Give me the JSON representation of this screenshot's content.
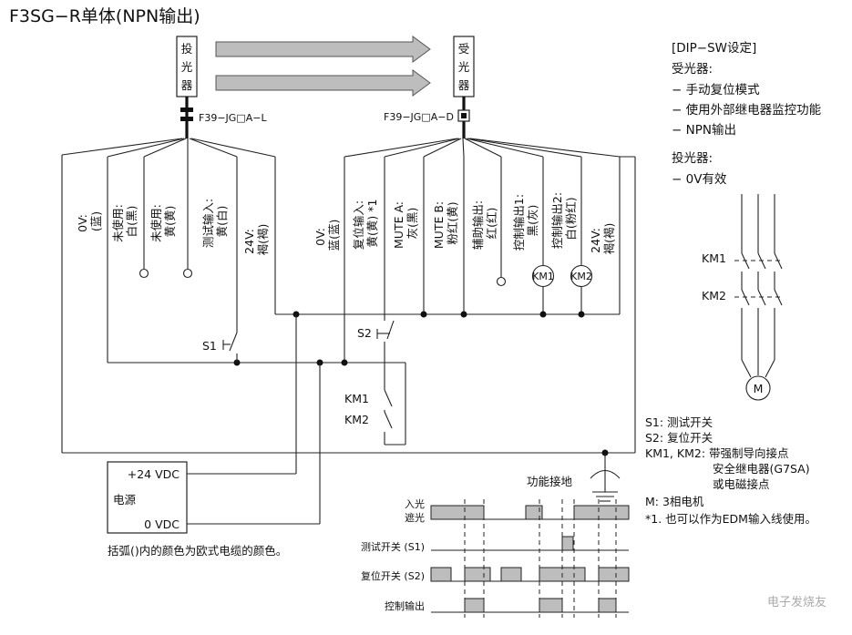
{
  "title": "F3SG−R单体(NPN输出)",
  "emitter": {
    "label": [
      "投",
      "光",
      "器"
    ],
    "connector": "F39−JG□A−L"
  },
  "receiver": {
    "label": [
      "受",
      "光",
      "器"
    ],
    "connector": "F39−JG□A−D"
  },
  "emitter_wires": [
    {
      "name": "emitter-wire-0v",
      "lines": [
        "0V:",
        "(蓝)"
      ]
    },
    {
      "name": "emitter-wire-unused-1",
      "lines": [
        "未使用:",
        "白(黑)"
      ]
    },
    {
      "name": "emitter-wire-unused-2",
      "lines": [
        "未使用:",
        "黄(黄)"
      ]
    },
    {
      "name": "emitter-wire-test-input",
      "lines": [
        "测试输入:",
        "黄(白)"
      ]
    },
    {
      "name": "emitter-wire-24v",
      "lines": [
        "24V:",
        "褐(褐)"
      ]
    }
  ],
  "receiver_wires": [
    {
      "name": "receiver-wire-0v",
      "lines": [
        "0V:",
        "蓝(蓝)"
      ]
    },
    {
      "name": "receiver-wire-reset-input",
      "lines": [
        "复位输入:",
        "黄(黄) *1"
      ]
    },
    {
      "name": "receiver-wire-mute-a",
      "lines": [
        "MUTE A:",
        "灰(黑)"
      ]
    },
    {
      "name": "receiver-wire-mute-b",
      "lines": [
        "MUTE B:",
        "粉红(黄)"
      ]
    },
    {
      "name": "receiver-wire-aux-output",
      "lines": [
        "辅助输出:",
        "红(红)"
      ]
    },
    {
      "name": "receiver-wire-control-output-1",
      "lines": [
        "控制输出1:",
        "黑(灰)"
      ]
    },
    {
      "name": "receiver-wire-control-output-2",
      "lines": [
        "控制输出2:",
        "白(粉红)"
      ]
    },
    {
      "name": "receiver-wire-24v",
      "lines": [
        "24V:",
        "褐(褐)"
      ]
    }
  ],
  "components": {
    "s1": "S1",
    "s2": "S2",
    "km1": "KM1",
    "km2": "KM2",
    "motor": "M"
  },
  "power_supply": {
    "plus": "+24 VDC",
    "label": "电源",
    "zero": "0 VDC"
  },
  "ground_label": "功能接地",
  "footnote_colors": "括弧()内的颜色为欧式电缆的颜色。",
  "dip_settings": {
    "heading": "[DIP−SW设定]",
    "receiver_heading": "受光器:",
    "receiver_items": [
      "− 手动复位模式",
      "− 使用外部继电器监控功能",
      "− NPN输出"
    ],
    "emitter_heading": "投光器:",
    "emitter_items": [
      "− 0V有效"
    ]
  },
  "legend": {
    "s1": "S1:  测试开关",
    "s2": "S2:  复位开关",
    "km": "KM1, KM2: 带强制导向接点",
    "km_line2": "安全继电器(G7SA)",
    "km_line3": "或电磁接点",
    "motor": "M: 3相电机",
    "note1": "*1. 也可以作为EDM输入线使用。"
  },
  "timing": {
    "rows": [
      {
        "name": "timing-label-light",
        "lines": [
          "入光",
          "遮光"
        ]
      },
      {
        "name": "timing-label-test-switch",
        "lines": [
          "测试开关 (S1)"
        ]
      },
      {
        "name": "timing-label-reset-switch",
        "lines": [
          "复位开关 (S2)"
        ]
      },
      {
        "name": "timing-label-control-output",
        "lines": [
          "控制输出"
        ]
      }
    ]
  },
  "watermark": "电子发烧友"
}
